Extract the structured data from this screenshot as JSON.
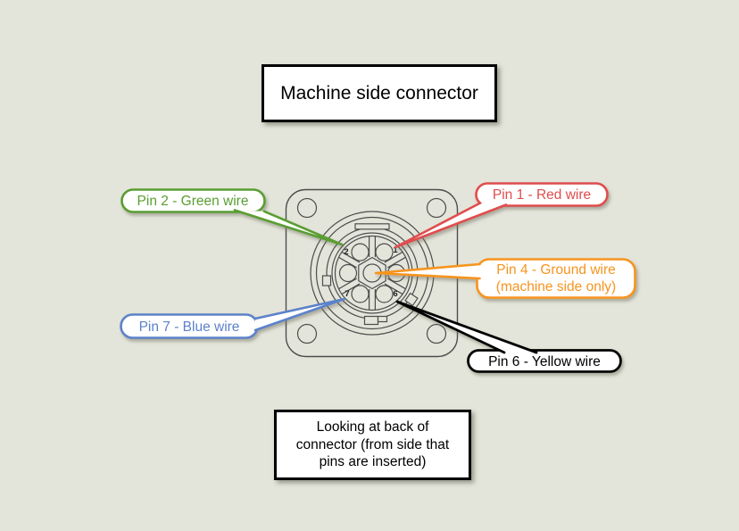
{
  "background_color": "#e4e5da",
  "title": {
    "label": "Machine side connector"
  },
  "note": {
    "lines": [
      "Looking at back of",
      "connector (from side that",
      "pins are inserted)"
    ]
  },
  "connector": {
    "line_color": "#4d4d4d",
    "pin_labels": {
      "pin1": "1",
      "pin2": "2",
      "pin6": "6",
      "pin7": "7"
    }
  },
  "callouts": {
    "pin2": {
      "label": "Pin 2 - Green wire",
      "color": "#5a9e31"
    },
    "pin1": {
      "label": "Pin 1 - Red wire",
      "color": "#df4d4d"
    },
    "pin4": {
      "label_line1": "Pin 4 - Ground wire",
      "label_line2": "(machine side only)",
      "color": "#f7941f"
    },
    "pin7": {
      "label": "Pin 7 - Blue wire",
      "color": "#5b82ca"
    },
    "pin6": {
      "label": "Pin 6 - Yellow wire",
      "color": "#000000"
    }
  }
}
